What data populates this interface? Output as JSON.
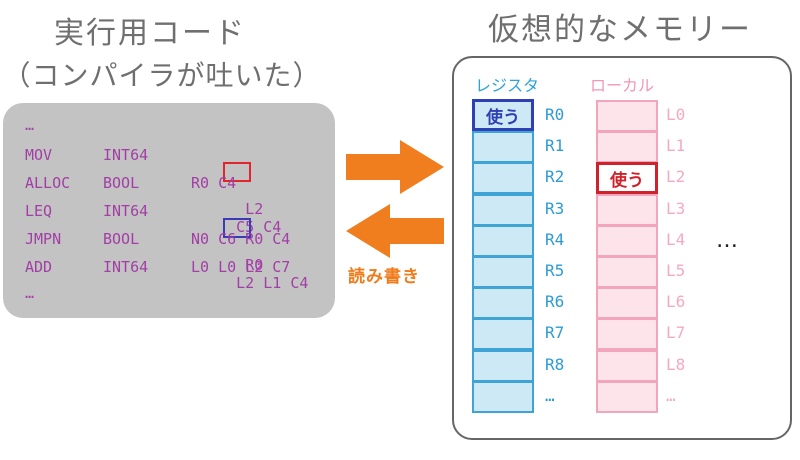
{
  "titles": {
    "code": "実行用コード",
    "code_sub": "（コンパイラが吐いた）",
    "memory": "仮想的なメモリー"
  },
  "code": {
    "top_ellipsis": "…",
    "bottom_ellipsis": "…",
    "lines": [
      {
        "op": "MOV",
        "type": "INT64",
        "hl": "L2",
        "rest": " C5 C4"
      },
      {
        "op": "ALLOC",
        "type": "BOOL",
        "hl": "",
        "rest": "R0 C4"
      },
      {
        "op": "LEQ",
        "type": "INT64",
        "hl": "R0",
        "rest": " L2 L1 C4"
      },
      {
        "op": "JMPN",
        "type": "BOOL",
        "hl": "",
        "rest": "N0 C6 R0 C4"
      },
      {
        "op": "ADD",
        "type": "INT64",
        "hl": "",
        "rest": "L0 L0 L2 C7"
      }
    ]
  },
  "arrows": {
    "read_write_label": "読み書き"
  },
  "memory": {
    "registers_header": "レジスタ",
    "locals_header": "ローカル",
    "registers": [
      "R0",
      "R1",
      "R2",
      "R3",
      "R4",
      "R5",
      "R6",
      "R7",
      "R8",
      "…"
    ],
    "locals": [
      "L0",
      "L1",
      "L2",
      "L3",
      "L4",
      "L5",
      "L6",
      "L7",
      "L8",
      "…"
    ],
    "use_label_reg": "使う",
    "use_label_loc": "使う",
    "more": "…"
  },
  "colors": {
    "code_text": "#a23ea6",
    "highlight_red": "#e0262c",
    "highlight_blue": "#3b3bb8",
    "arrow": "#f07d1e",
    "register": "#2da3dc",
    "local": "#f198b4"
  }
}
